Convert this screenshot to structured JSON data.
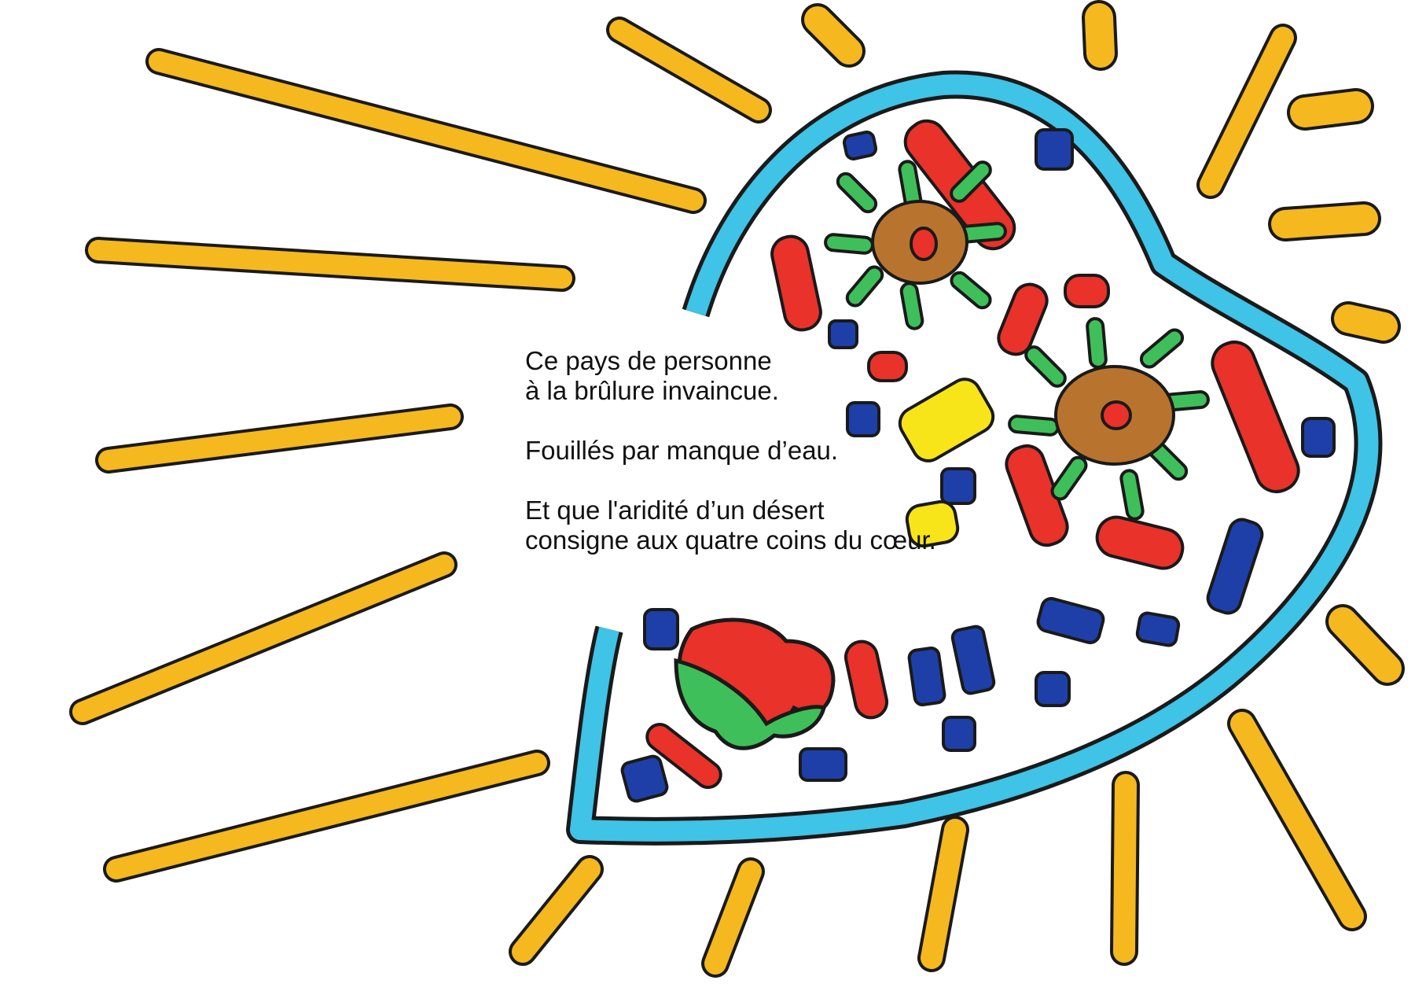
{
  "artwork": {
    "colors": {
      "ray": "#f5b81e",
      "heart_outline": "#3fc3e6",
      "red": "#e8322a",
      "blue": "#1e3fa8",
      "green": "#3fbf5a",
      "yellow": "#f7e51a",
      "brown": "#b8742e",
      "ink": "#1a1a1a"
    }
  },
  "poem": {
    "stanza1": {
      "line1": "Ce pays de personne",
      "line2": "à la brûlure invaincue."
    },
    "stanza2": {
      "line1": "Fouillés par manque d’eau."
    },
    "stanza3": {
      "line1": "Et que l'aridité d’un désert",
      "line2": "consigne aux quatre coins du cœur."
    }
  }
}
